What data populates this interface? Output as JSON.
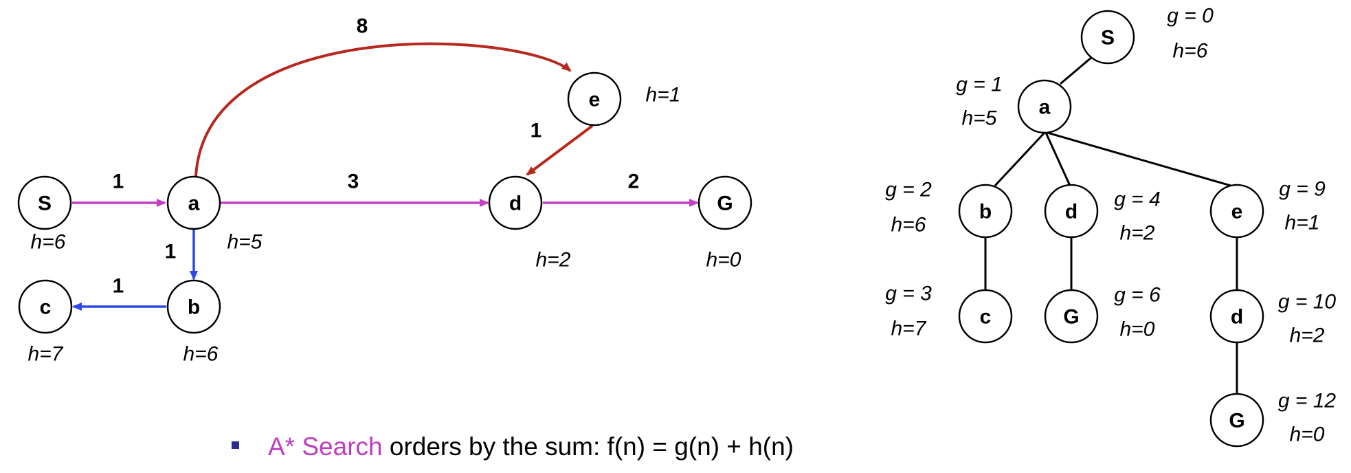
{
  "colors": {
    "purple": "#c63fc6",
    "blue": "#2a48e8",
    "red": "#b5291f",
    "bullet": "#2b2b8c",
    "accent_text": "#bf3bbf"
  },
  "graph": {
    "nodes": {
      "S": {
        "label": "S",
        "h": "h=6"
      },
      "a": {
        "label": "a",
        "h": "h=5"
      },
      "b": {
        "label": "b",
        "h": "h=6"
      },
      "c": {
        "label": "c",
        "h": "h=7"
      },
      "d": {
        "label": "d",
        "h": "h=2"
      },
      "e": {
        "label": "e",
        "h": "h=1"
      },
      "G": {
        "label": "G",
        "h": "h=0"
      }
    },
    "edges": {
      "S_a": {
        "weight": "1",
        "color": "purple"
      },
      "a_d": {
        "weight": "3",
        "color": "purple"
      },
      "d_G": {
        "weight": "2",
        "color": "purple"
      },
      "a_b": {
        "weight": "1",
        "color": "blue"
      },
      "b_c": {
        "weight": "1",
        "color": "blue"
      },
      "a_e": {
        "weight": "8",
        "color": "red"
      },
      "e_d": {
        "weight": "1",
        "color": "red"
      }
    }
  },
  "tree": {
    "nodes": {
      "S": {
        "label": "S",
        "g": "g = 0",
        "h": "h=6"
      },
      "a": {
        "label": "a",
        "g": "g = 1",
        "h": "h=5"
      },
      "b": {
        "label": "b",
        "g": "g = 2",
        "h": "h=6"
      },
      "d1": {
        "label": "d",
        "g": "g = 4",
        "h": "h=2"
      },
      "e": {
        "label": "e",
        "g": "g = 9",
        "h": "h=1"
      },
      "c": {
        "label": "c",
        "g": "g = 3",
        "h": "h=7"
      },
      "G1": {
        "label": "G",
        "g": "g = 6",
        "h": "h=0"
      },
      "d2": {
        "label": "d",
        "g": "g = 10",
        "h": "h=2"
      },
      "G2": {
        "label": "G",
        "g": "g = 12",
        "h": "h=0"
      }
    }
  },
  "bullet": {
    "highlight": "A* Search",
    "rest": " orders by the sum: f(n) = g(n) + h(n)"
  }
}
